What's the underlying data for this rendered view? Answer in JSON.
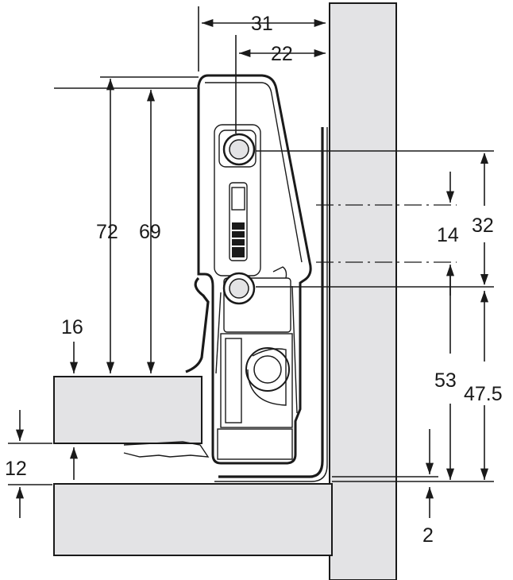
{
  "dimensions": {
    "d31": "31",
    "d22": "22",
    "d72": "72",
    "d69": "69",
    "d16": "16",
    "d14": "14",
    "d32": "32",
    "d53": "53",
    "d47_5": "47.5",
    "d12": "12",
    "d2": "2"
  },
  "colors": {
    "panel": "#e3e3e5",
    "line": "#1a1a1a",
    "background": "#ffffff"
  }
}
